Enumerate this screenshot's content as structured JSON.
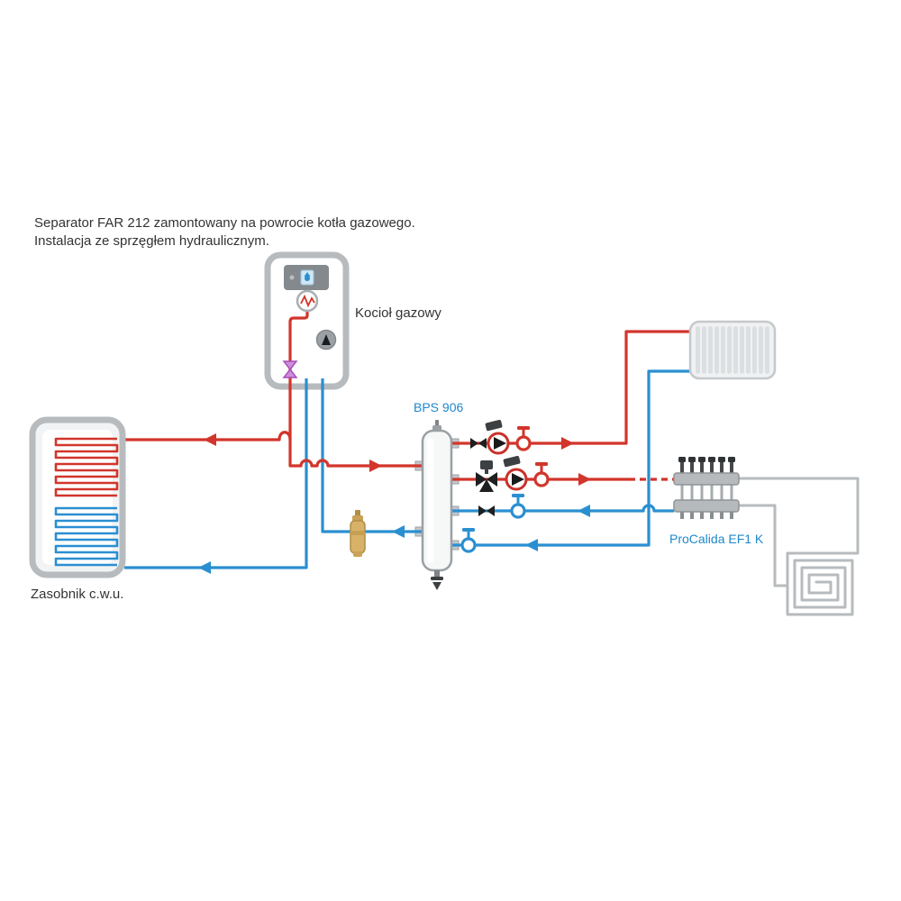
{
  "title": {
    "line1": "Separator FAR 212 zamontowany na powrocie kotła gazowego.",
    "line2": "Instalacja ze sprzęgłem hydraulicznym."
  },
  "labels": {
    "boiler": "Kocioł gazowy",
    "separator": "BPS 906",
    "tank": "Zasobnik c.w.u.",
    "manifold": "ProCalida EF1 K"
  },
  "colors": {
    "supply_red": "#d2352b",
    "return_blue": "#2a8fd1",
    "label_blue": "#1f87c9",
    "valve_purple": "#cd8fdb",
    "brass": "#d8b268",
    "device_gray": "#b7bbbe",
    "dark": "#1d1f20",
    "text": "#333333"
  }
}
